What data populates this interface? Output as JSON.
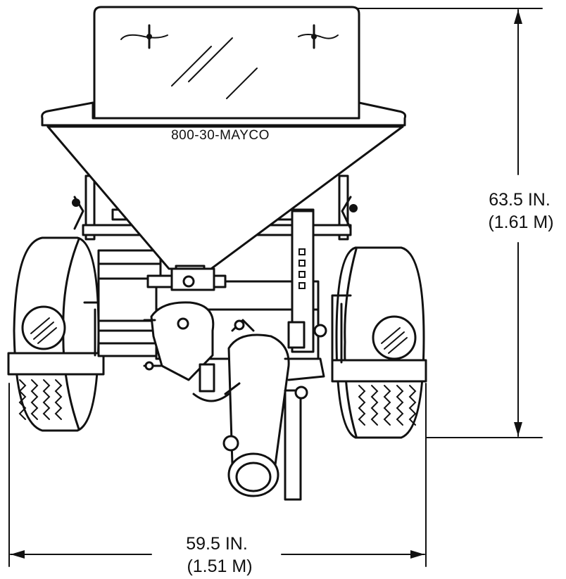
{
  "hopper_label": "800-30-MAYCO",
  "dimensions": {
    "height_imperial": "63.5 IN.",
    "height_metric": "(1.61 M)",
    "width_imperial": "59.5 IN.",
    "width_metric": "(1.51 M)"
  }
}
